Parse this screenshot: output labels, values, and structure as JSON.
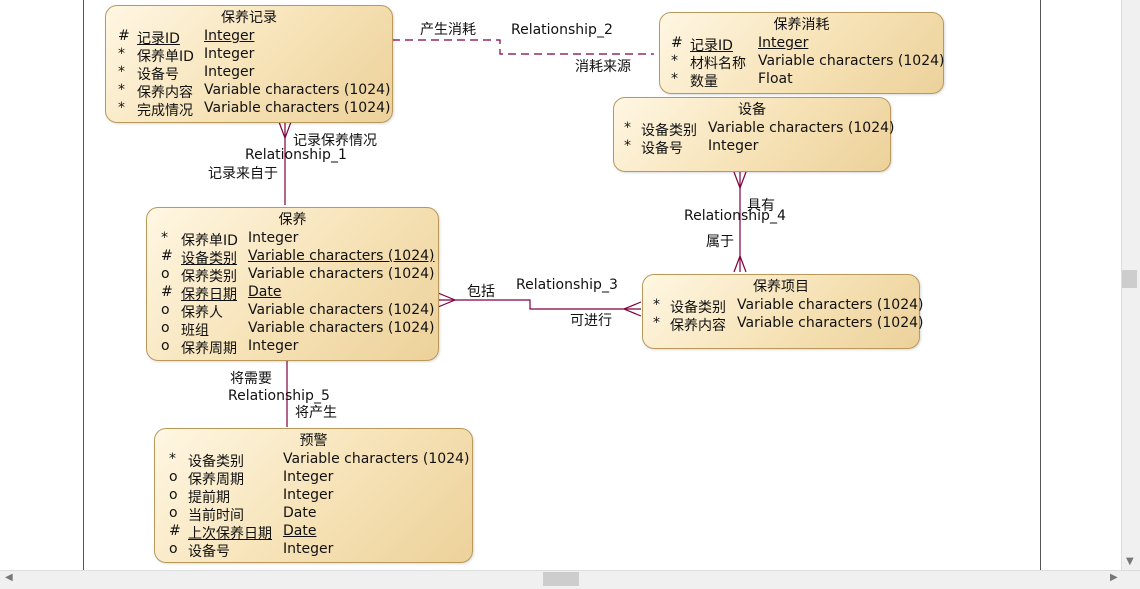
{
  "entities": {
    "maint_record": {
      "title": "保养记录",
      "attrs": [
        {
          "mark": "#",
          "name": "记录ID",
          "type": "Integer"
        },
        {
          "mark": "*",
          "name": "保养单ID",
          "type": "Integer"
        },
        {
          "mark": "*",
          "name": "设备号",
          "type": "Integer"
        },
        {
          "mark": "*",
          "name": "保养内容",
          "type": "Variable characters (1024)"
        },
        {
          "mark": "*",
          "name": "完成情况",
          "type": "Variable characters (1024)"
        }
      ]
    },
    "maint_consume": {
      "title": "保养消耗",
      "attrs": [
        {
          "mark": "#",
          "name": "记录ID",
          "type": "Integer"
        },
        {
          "mark": "*",
          "name": "材料名称",
          "type": "Variable characters (1024)"
        },
        {
          "mark": "*",
          "name": "数量",
          "type": "Float"
        }
      ]
    },
    "device": {
      "title": "设备",
      "attrs": [
        {
          "mark": "*",
          "name": "设备类别",
          "type": "Variable characters (1024)"
        },
        {
          "mark": "*",
          "name": "设备号",
          "type": "Integer"
        }
      ]
    },
    "maintenance": {
      "title": "保养",
      "attrs": [
        {
          "mark": "*",
          "name": "保养单ID",
          "type": "Integer"
        },
        {
          "mark": "#",
          "name": "设备类别",
          "type": "Variable characters (1024)"
        },
        {
          "mark": "o",
          "name": "保养类别",
          "type": "Variable characters (1024)"
        },
        {
          "mark": "#",
          "name": "保养日期",
          "type": "Date"
        },
        {
          "mark": "o",
          "name": "保养人",
          "type": "Variable characters (1024)"
        },
        {
          "mark": "o",
          "name": "班组",
          "type": "Variable characters (1024)"
        },
        {
          "mark": "o",
          "name": "保养周期",
          "type": "Integer"
        }
      ]
    },
    "maint_item": {
      "title": "保养项目",
      "attrs": [
        {
          "mark": "*",
          "name": "设备类别",
          "type": "Variable characters (1024)"
        },
        {
          "mark": "*",
          "name": "保养内容",
          "type": "Variable characters (1024)"
        }
      ]
    },
    "warning": {
      "title": "预警",
      "attrs": [
        {
          "mark": "*",
          "name": "设备类别",
          "type": "Variable characters (1024)"
        },
        {
          "mark": "o",
          "name": "保养周期",
          "type": "Integer"
        },
        {
          "mark": "o",
          "name": "提前期",
          "type": "Integer"
        },
        {
          "mark": "o",
          "name": "当前时间",
          "type": "Date"
        },
        {
          "mark": "#",
          "name": "上次保养日期",
          "type": "Date"
        },
        {
          "mark": "o",
          "name": "设备号",
          "type": "Integer"
        }
      ]
    }
  },
  "relationships": {
    "r1": {
      "name": "Relationship_1",
      "role_a": "记录保养情况",
      "role_b": "记录来自于"
    },
    "r2": {
      "name": "Relationship_2",
      "role_a": "产生消耗",
      "role_b": "消耗来源"
    },
    "r3": {
      "name": "Relationship_3",
      "role_a": "包括",
      "role_b": "可进行"
    },
    "r4": {
      "name": "Relationship_4",
      "role_a": "具有",
      "role_b": "属于"
    },
    "r5": {
      "name": "Relationship_5",
      "role_a": "将需要",
      "role_b": "将产生"
    }
  },
  "colors": {
    "link": "#800040",
    "entity_fill": "#f6e2b6",
    "entity_border": "#b8995a"
  }
}
